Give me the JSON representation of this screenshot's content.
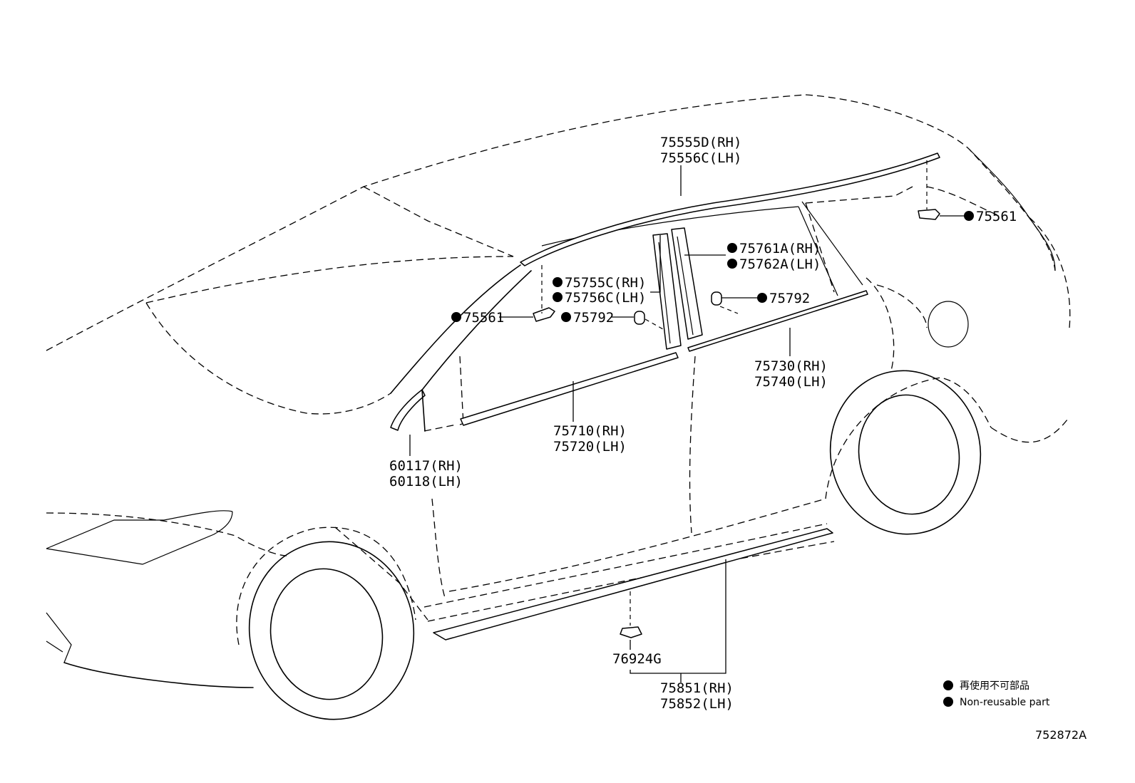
{
  "labels": {
    "roof_molding_rh": "75555D(RH)",
    "roof_molding_lh": "75556C(LH)",
    "clip_75561_rear": "75561",
    "clip_75561_front": "75561",
    "pillar_front_rh": "75755C(RH)",
    "pillar_front_lh": "75756C(LH)",
    "pillar_rear_rh": "75761A(RH)",
    "pillar_rear_lh": "75762A(LH)",
    "clip_75792_front": "75792",
    "clip_75792_rear": "75792",
    "rear_door_belt_rh": "75730(RH)",
    "rear_door_belt_lh": "75740(LH)",
    "front_door_belt_rh": "75710(RH)",
    "front_door_belt_lh": "75720(LH)",
    "mirror_cover_rh": "60117(RH)",
    "mirror_cover_lh": "60118(LH)",
    "rocker_clip": "76924G",
    "rocker_molding_rh": "75851(RH)",
    "rocker_molding_lh": "75852(LH)"
  },
  "legend": {
    "line1": "再使用不可部品",
    "line2": "Non-reusable part"
  },
  "figure_number": "752872A",
  "icons": {
    "non_reusable_marker": "filled-circle"
  }
}
